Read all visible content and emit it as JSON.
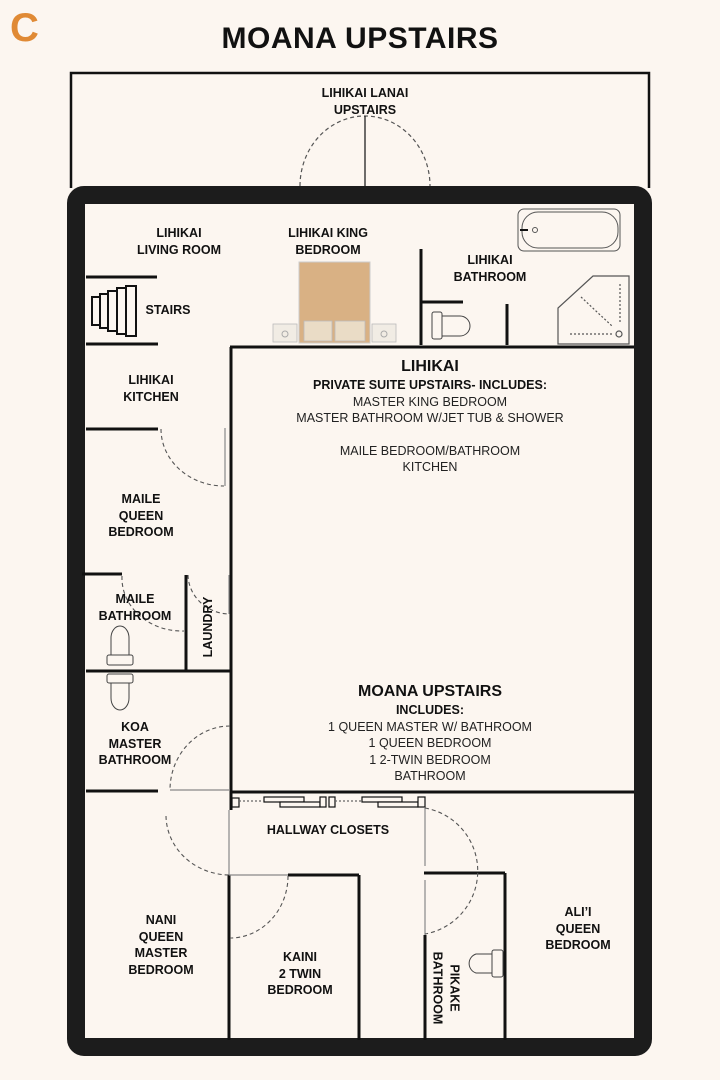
{
  "logo": {
    "letter": "C",
    "color": "#e08a35"
  },
  "title": "MOANA UPSTAIRS",
  "colors": {
    "background": "#fcf6f0",
    "walls": "#1c1c1c",
    "bed": "#d9b184"
  },
  "rooms": {
    "lanai": [
      "LIHIKAI LANAI",
      "UPSTAIRS"
    ],
    "living_room": [
      "LIHIKAI",
      "LIVING ROOM"
    ],
    "king_bedroom": [
      "LIHIKAI KING",
      "BEDROOM"
    ],
    "lihikai_bathroom": [
      "LIHIKAI",
      "BATHROOM"
    ],
    "stairs": [
      "STAIRS"
    ],
    "kitchen": [
      "LIHIKAI",
      "KITCHEN"
    ],
    "maile_bedroom": [
      "MAILE",
      "QUEEN",
      "BEDROOM"
    ],
    "maile_bathroom": [
      "MAILE",
      "BATHROOM"
    ],
    "laundry": [
      "LAUNDRY"
    ],
    "koa_bathroom": [
      "KOA",
      "MASTER",
      "BATHROOM"
    ],
    "hallway_closets": [
      "HALLWAY CLOSETS"
    ],
    "nani_bedroom": [
      "NANI",
      "QUEEN",
      "MASTER",
      "BEDROOM"
    ],
    "kaini_bedroom": [
      "KAINI",
      "2 TWIN",
      "BEDROOM"
    ],
    "pikake_bathroom": [
      "PIKAKE",
      "BATHROOM"
    ],
    "alii_bedroom": [
      "ALI’I",
      "QUEEN",
      "BEDROOM"
    ]
  },
  "lihikai_info": {
    "heading": "LIHIKAI",
    "subheading": "PRIVATE SUITE UPSTAIRS- INCLUDES:",
    "items": [
      "MASTER KING BEDROOM",
      "MASTER BATHROOM W/JET TUB & SHOWER"
    ],
    "items2": [
      "MAILE BEDROOM/BATHROOM",
      "KITCHEN"
    ]
  },
  "moana_info": {
    "heading": "MOANA UPSTAIRS",
    "subheading": "INCLUDES:",
    "items": [
      "1 QUEEN MASTER W/ BATHROOM",
      "1 QUEEN BEDROOM",
      "1 2-TWIN BEDROOM",
      "BATHROOM"
    ]
  }
}
